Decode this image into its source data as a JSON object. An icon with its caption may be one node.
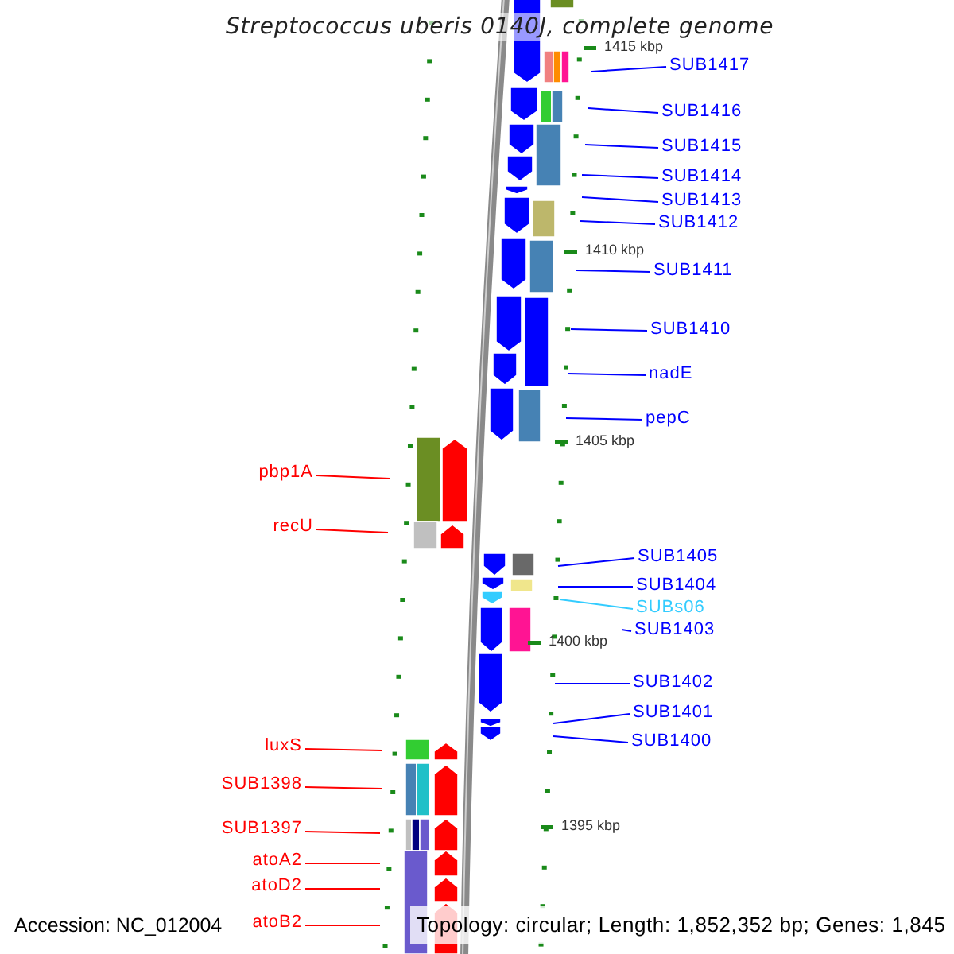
{
  "diagram": {
    "title": "Streptococcus uberis 0140J, complete genome",
    "nodes": [
      {
        "text": [
          "SUB1417"
        ]
      },
      {
        "text": [
          "SUB1416"
        ]
      },
      {
        "text": [
          "SUB1415"
        ]
      },
      {
        "text": [
          "SUB1414"
        ]
      },
      {
        "text": [
          "SUB1413"
        ]
      },
      {
        "text": [
          "SUB1412"
        ]
      },
      {
        "text": [
          "SUB1411"
        ]
      },
      {
        "text": [
          "SUB1410"
        ]
      },
      {
        "text": [
          "nadE"
        ]
      },
      {
        "text": [
          "pepC"
        ]
      },
      {
        "text": [
          "pbp1A"
        ]
      },
      {
        "text": [
          "recU"
        ]
      },
      {
        "text": [
          "SUB1405"
        ]
      },
      {
        "text": [
          "SUB1404"
        ]
      },
      {
        "text": [
          "SUBs06"
        ]
      },
      {
        "text": [
          "SUB1403"
        ]
      },
      {
        "text": [
          "SUB1402"
        ]
      },
      {
        "text": [
          "SUB1401"
        ]
      },
      {
        "text": [
          "SUB1400"
        ]
      },
      {
        "text": [
          "luxS"
        ]
      },
      {
        "text": [
          "SUB1398"
        ]
      },
      {
        "text": [
          "SUB1397"
        ]
      },
      {
        "text": [
          "atoA2"
        ]
      },
      {
        "text": [
          "atoD2"
        ]
      },
      {
        "text": [
          "atoB2"
        ]
      }
    ],
    "edges": [
      {
        "from": 0,
        "to": null,
        "arrow": "none"
      },
      {
        "from": 1,
        "to": null,
        "arrow": "none"
      },
      {
        "from": 2,
        "to": null,
        "arrow": "none"
      },
      {
        "from": 3,
        "to": null,
        "arrow": "none"
      },
      {
        "from": 4,
        "to": null,
        "arrow": "none"
      },
      {
        "from": 5,
        "to": null,
        "arrow": "none"
      },
      {
        "from": 6,
        "to": null,
        "arrow": "none"
      },
      {
        "from": 7,
        "to": null,
        "arrow": "none"
      },
      {
        "from": 8,
        "to": null,
        "arrow": "none"
      },
      {
        "from": 9,
        "to": null,
        "arrow": "none"
      },
      {
        "from": 10,
        "to": null,
        "arrow": "none",
        "color": "#ff0000"
      },
      {
        "from": 11,
        "to": null,
        "arrow": "none",
        "color": "#ff0000"
      },
      {
        "from": 12,
        "to": null,
        "arrow": "none"
      },
      {
        "from": 13,
        "to": null,
        "arrow": "none"
      },
      {
        "from": 14,
        "to": null,
        "arrow": "none",
        "color": "#33ccff"
      },
      {
        "from": 15,
        "to": null,
        "arrow": "none"
      },
      {
        "from": 16,
        "to": null,
        "arrow": "none"
      },
      {
        "from": 17,
        "to": null,
        "arrow": "none"
      },
      {
        "from": 18,
        "to": null,
        "arrow": "none"
      },
      {
        "from": 19,
        "to": null,
        "arrow": "none",
        "color": "#ff0000"
      },
      {
        "from": 20,
        "to": null,
        "arrow": "none",
        "color": "#ff0000"
      },
      {
        "from": 21,
        "to": null,
        "arrow": "none",
        "color": "#ff0000"
      },
      {
        "from": 22,
        "to": null,
        "arrow": "none",
        "color": "#ff0000"
      },
      {
        "from": 23,
        "to": null,
        "arrow": "none",
        "color": "#ff0000"
      },
      {
        "from": 24,
        "to": null,
        "arrow": "none",
        "color": "#ff0000"
      }
    ],
    "labels": [
      "1415 kbp",
      "1410 kbp",
      "1405 kbp",
      "1400 kbp",
      "1395 kbp",
      "Accession: NC_012004",
      "Topology: circular; Length: 1,852,352 bp; Genes: 1,845"
    ]
  }
}
